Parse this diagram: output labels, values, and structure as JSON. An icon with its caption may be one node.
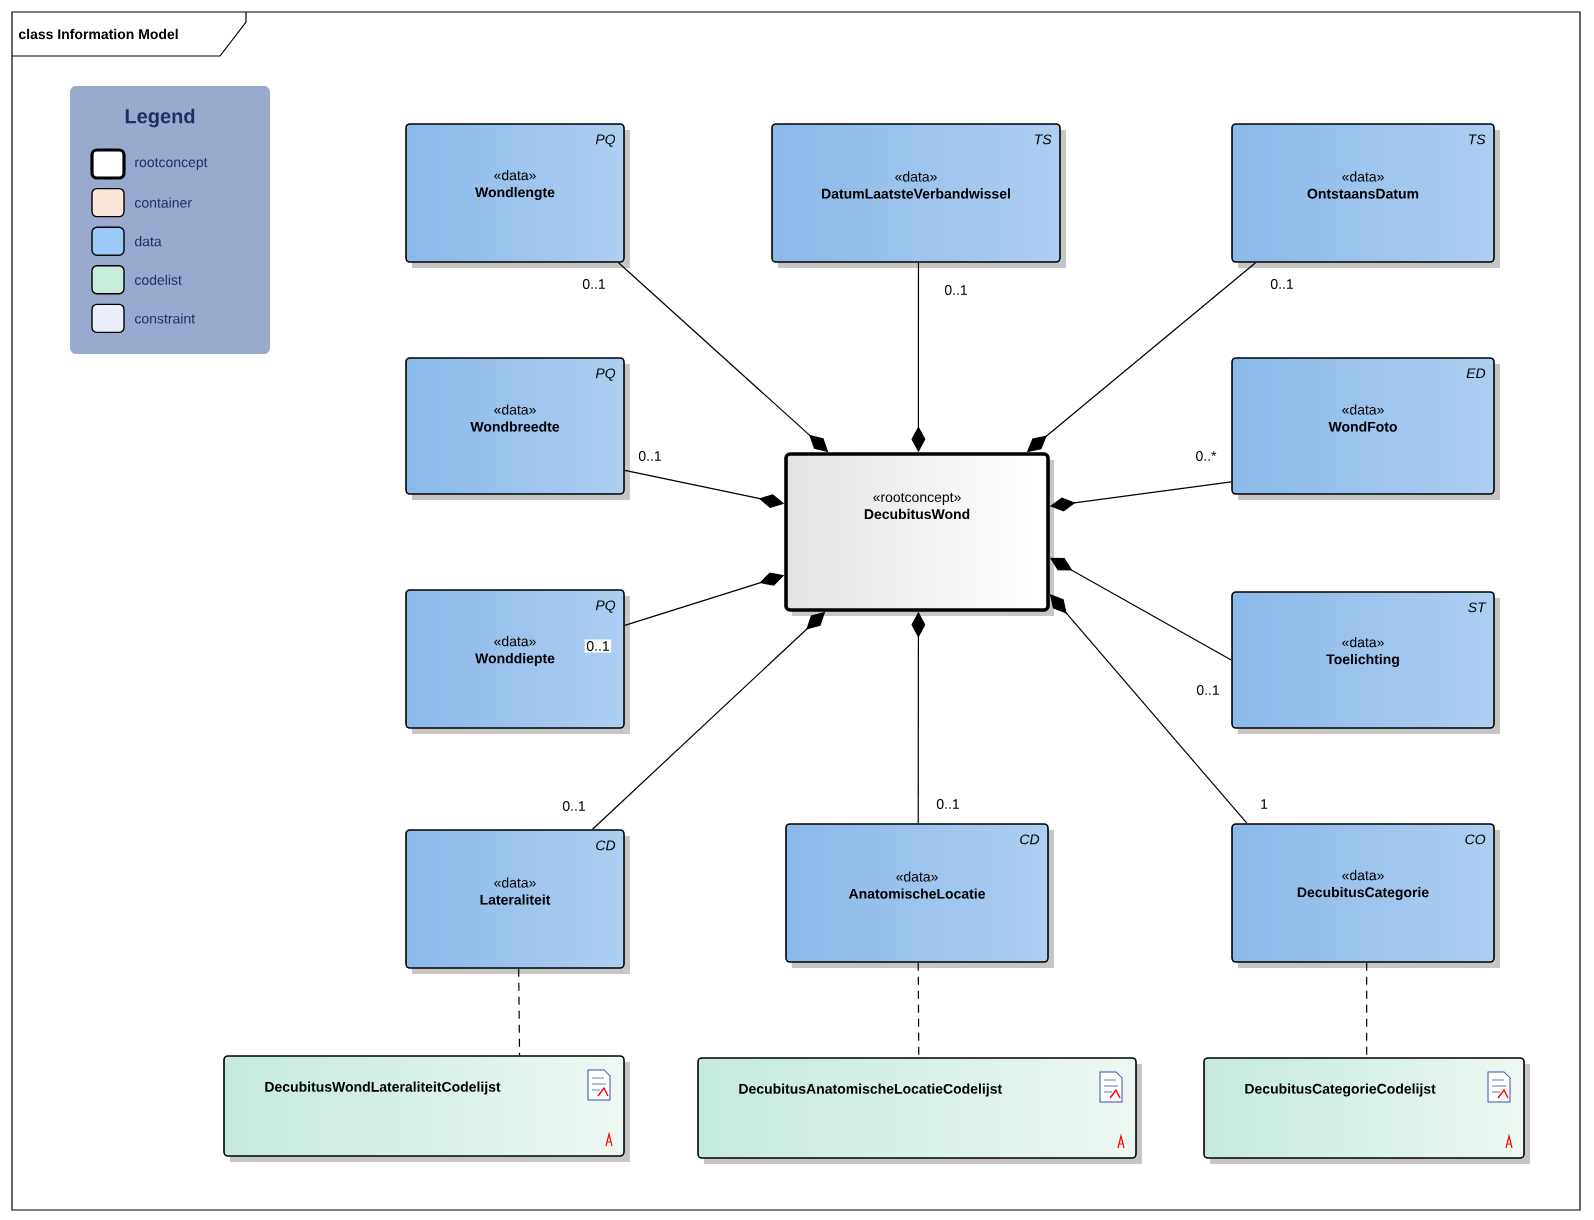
{
  "diagram": {
    "title": "class Information Model",
    "nodes": [
      {
        "text": [
          "PQ",
          "«data»",
          "Wondlengte"
        ]
      },
      {
        "text": [
          "TS",
          "«data»",
          "DatumLaatsteVerbandwissel"
        ]
      },
      {
        "text": [
          "TS",
          "«data»",
          "OntstaansDatum"
        ]
      },
      {
        "text": [
          "PQ",
          "«data»",
          "Wondbreedte"
        ]
      },
      {
        "text": [
          "«rootconcept»",
          "DecubitusWond"
        ]
      },
      {
        "text": [
          "ED",
          "«data»",
          "WondFoto"
        ]
      },
      {
        "text": [
          "PQ",
          "«data»",
          "Wonddiepte"
        ]
      },
      {
        "text": [
          "ST",
          "«data»",
          "Toelichting"
        ]
      },
      {
        "text": [
          "CD",
          "«data»",
          "Lateraliteit"
        ]
      },
      {
        "text": [
          "CD",
          "«data»",
          "AnatomischeLocatie"
        ]
      },
      {
        "text": [
          "CO",
          "«data»",
          "DecubitusCategorie"
        ]
      },
      {
        "text": [
          "DecubitusWondLateraliteitCodelijst"
        ]
      },
      {
        "text": [
          "DecubitusAnatomischeLocatieCodelijst"
        ]
      },
      {
        "text": [
          "DecubitusCategorieCodelijst"
        ]
      }
    ],
    "edges": [
      {
        "from": 0,
        "to": 4,
        "arrow": "other",
        "label": "0..1"
      },
      {
        "from": 1,
        "to": 4,
        "arrow": "other",
        "label": "0..1"
      },
      {
        "from": 2,
        "to": 4,
        "arrow": "other",
        "label": "0..1"
      },
      {
        "from": 3,
        "to": 4,
        "arrow": "other",
        "label": "0..1"
      },
      {
        "from": 5,
        "to": 4,
        "arrow": "other",
        "label": "0..*"
      },
      {
        "from": 6,
        "to": 4,
        "arrow": "other",
        "label": "0..1"
      },
      {
        "from": 7,
        "to": 4,
        "arrow": "other",
        "label": "0..1"
      },
      {
        "from": 8,
        "to": 4,
        "arrow": "other",
        "label": "0..1"
      },
      {
        "from": 9,
        "to": 4,
        "arrow": "other",
        "label": "0..1"
      },
      {
        "from": 10,
        "to": 4,
        "arrow": "other",
        "label": "1"
      },
      {
        "from": 8,
        "to": 11,
        "arrow": "none",
        "style": "dashed"
      },
      {
        "from": 9,
        "to": 12,
        "arrow": "none",
        "style": "dashed"
      },
      {
        "from": 10,
        "to": 13,
        "arrow": "none",
        "style": "dashed"
      }
    ],
    "labels": [
      "Legend"
    ],
    "legend": [
      {
        "text": "rootconcept",
        "color": "#ffffff"
      },
      {
        "text": "container",
        "color": "#fbe6d8"
      },
      {
        "text": "data",
        "color": "#9ccbf9"
      },
      {
        "text": "codelist",
        "color": "#c6ecdc"
      },
      {
        "text": "constraint",
        "color": "#ebedfb"
      }
    ]
  }
}
